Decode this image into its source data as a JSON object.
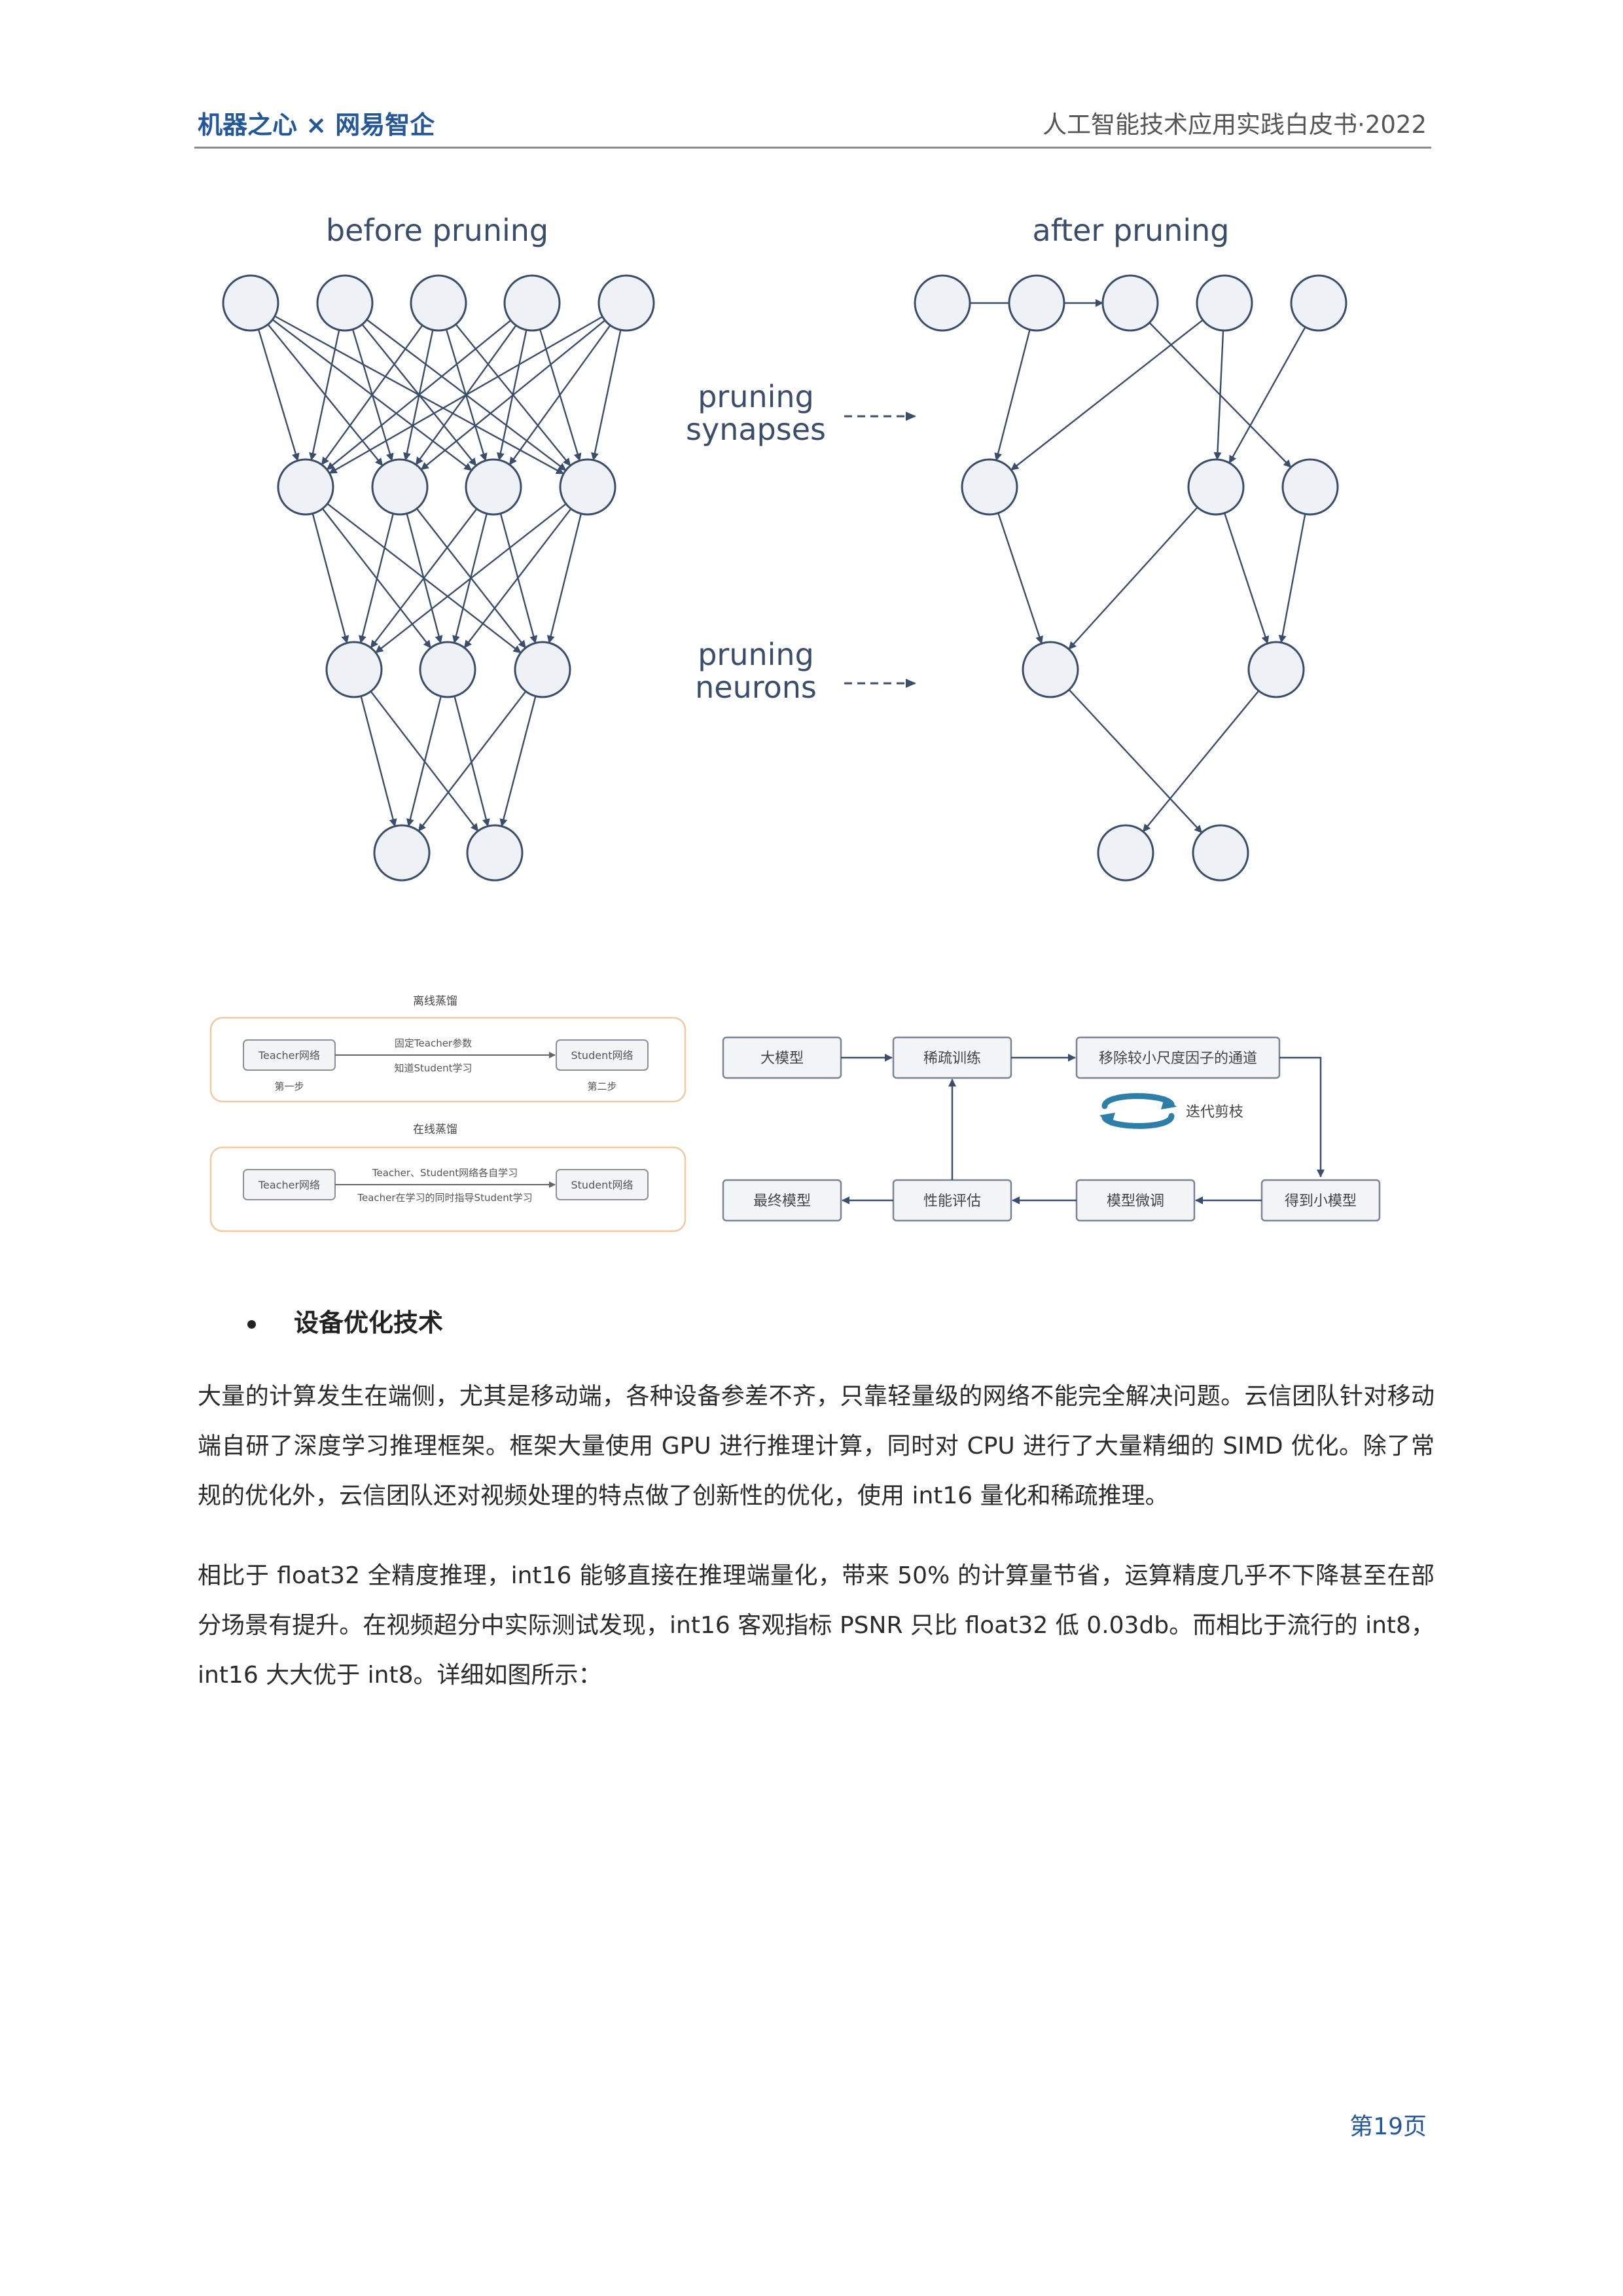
{
  "header": {
    "left_title": "机器之心 × 网易智企",
    "right_title": "人工智能技术应用实践白皮书·2022"
  },
  "pruning_figure": {
    "before_label": "before pruning",
    "after_label": "after pruning",
    "synapses_label_line1": "pruning",
    "synapses_label_line2": "synapses",
    "neurons_label_line1": "pruning",
    "neurons_label_line2": "neurons"
  },
  "distillation_figure": {
    "offline_title": "离线蒸馏",
    "offline_teacher": "Teacher网络",
    "offline_student": "Student网络",
    "offline_arrow_top": "固定Teacher参数",
    "offline_arrow_bottom": "知道Student学习",
    "offline_step1": "第一步",
    "offline_step2": "第二步",
    "online_title": "在线蒸馏",
    "online_teacher": "Teacher网络",
    "online_student": "Student网络",
    "online_arrow_top": "Teacher、Student网络各自学习",
    "online_arrow_bottom": "Teacher在学习的同时指导Student学习"
  },
  "iterative_pruning_figure": {
    "big_model": "大模型",
    "sparse_training": "稀疏训练",
    "remove_channels": "移除较小尺度因子的通道",
    "iterative_label": "迭代剪枝",
    "get_small_model": "得到小模型",
    "fine_tune": "模型微调",
    "eval": "性能评估",
    "final_model": "最终模型"
  },
  "section": {
    "bullet_title": "设备优化技术"
  },
  "paragraphs": {
    "p1": "大量的计算发生在端侧，尤其是移动端，各种设备参差不齐，只靠轻量级的网络不能完全解决问题。云信团队针对移动端自研了深度学习推理框架。框架大量使用 GPU 进行推理计算，同时对 CPU 进行了大量精细的 SIMD 优化。除了常规的优化外，云信团队还对视频处理的特点做了创新性的优化，使用 int16 量化和稀疏推理。",
    "p2": "相比于 float32 全精度推理，int16 能够直接在推理端量化，带来 50% 的计算量节省，运算精度几乎不下降甚至在部分场景有提升。在视频超分中实际测试发现，int16 客观指标 PSNR 只比 float32 低 0.03db。而相比于流行的 int8，int16 大大优于 int8。详细如图所示："
  },
  "footer": {
    "page_number": "第19页"
  },
  "colors": {
    "brand_blue": "#23579a",
    "diagram_stroke": "#3a4e6b",
    "node_fill": "#eef1f6",
    "box_border_orange": "#f0c9a0",
    "box_fill": "#f3f4f6"
  }
}
